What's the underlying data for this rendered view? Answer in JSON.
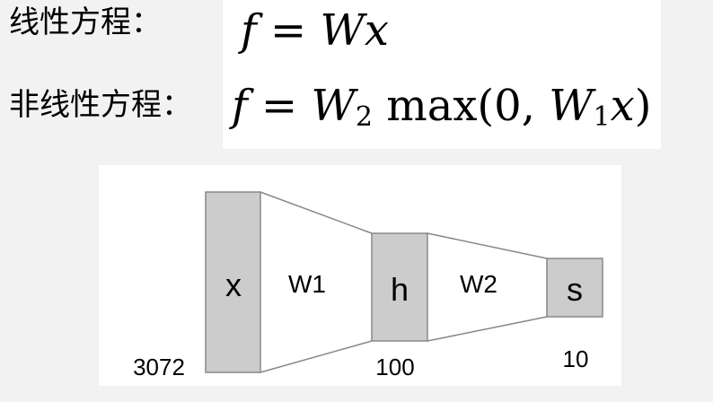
{
  "equations": {
    "linear": {
      "label": "线性方程：",
      "lhs": "f",
      "eq": "=",
      "rhs_w": "W",
      "rhs_x": "x"
    },
    "nonlinear": {
      "label": "非线性方程：",
      "lhs": "f",
      "eq": "=",
      "w2": "W",
      "w2_sub": "2",
      "max": "max(0, ",
      "w1": "W",
      "w1_sub": "1",
      "x": "x",
      "close": ")"
    }
  },
  "diagram": {
    "nodes": {
      "x": {
        "label": "x",
        "size": "3072"
      },
      "h": {
        "label": "h",
        "size": "100"
      },
      "s": {
        "label": "s",
        "size": "10"
      }
    },
    "weights": {
      "w1": "W1",
      "w2": "W2"
    },
    "colors": {
      "node_fill": "#cccccc",
      "node_stroke": "#888888",
      "edge_stroke": "#888888"
    }
  }
}
